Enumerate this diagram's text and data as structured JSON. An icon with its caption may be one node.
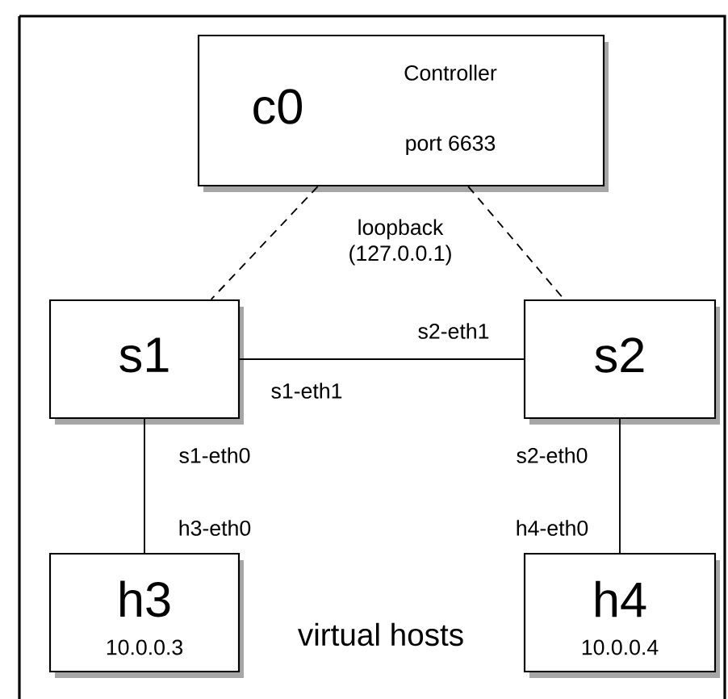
{
  "diagram": {
    "nodes": [
      {
        "text": [
          "c0",
          "Controller",
          "port 6633"
        ]
      },
      {
        "text": [
          "s1"
        ]
      },
      {
        "text": [
          "s2"
        ]
      },
      {
        "text": [
          "h3",
          "10.0.0.3"
        ]
      },
      {
        "text": [
          "h4",
          "10.0.0.4"
        ]
      }
    ],
    "edges": [
      {
        "from": 0,
        "to": 1,
        "arrow": "none",
        "style": "dashed"
      },
      {
        "from": 0,
        "to": 2,
        "arrow": "none",
        "style": "dashed"
      },
      {
        "from": 1,
        "to": 2,
        "arrow": "none"
      },
      {
        "from": 1,
        "to": 3,
        "arrow": "none"
      },
      {
        "from": 2,
        "to": 4,
        "arrow": "none"
      }
    ],
    "labels": [
      "loopback (127.0.0.1)",
      "s2-eth1",
      "s1-eth1",
      "s1-eth0",
      "s2-eth0",
      "h3-eth0",
      "h4-eth0",
      "virtual hosts"
    ]
  }
}
